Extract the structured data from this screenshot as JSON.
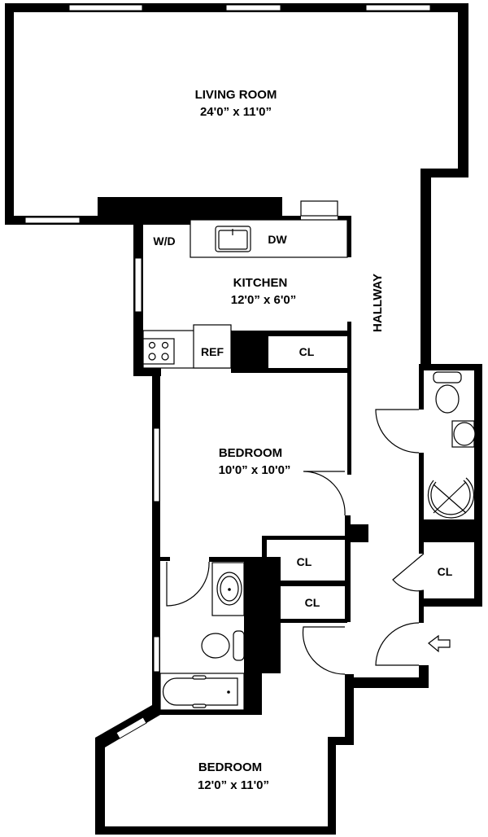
{
  "rooms": {
    "living_room": {
      "name": "LIVING ROOM",
      "dims": "24'0” x 11'0”"
    },
    "kitchen": {
      "name": "KITCHEN",
      "dims": "12'0” x 6'0”"
    },
    "bedroom_1": {
      "name": "BEDROOM",
      "dims": "10'0” x 10'0”"
    },
    "bedroom_2": {
      "name": "BEDROOM",
      "dims": "12'0” x 11'0”"
    },
    "hallway": {
      "name": "HALLWAY"
    }
  },
  "fixtures": {
    "washer_dryer": "W/D",
    "dishwasher": "DW",
    "refrigerator": "REF",
    "closet_kitchen": "CL",
    "closet_bedroom_upper": "CL",
    "closet_bedroom_lower": "CL",
    "closet_hall": "CL"
  },
  "colors": {
    "wall": "#000000",
    "background": "#ffffff"
  }
}
